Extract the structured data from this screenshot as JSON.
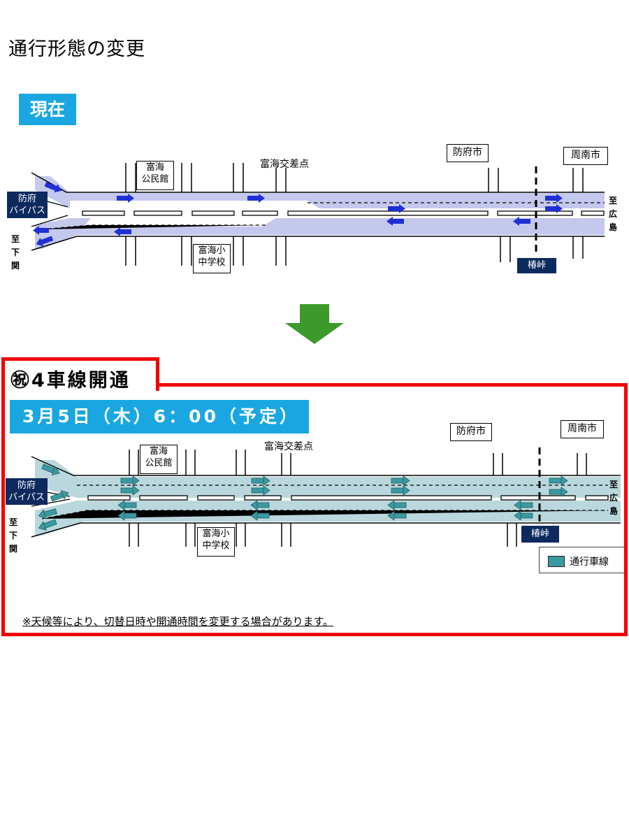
{
  "page": {
    "title": "通行形態の変更"
  },
  "before": {
    "badge": "現在",
    "labels": {
      "tomiumi_hall": [
        "富海",
        "公民館"
      ],
      "tomiumi_school": [
        "富海小",
        "中学校"
      ],
      "intersection": "富海交差点",
      "hofu_city": "防府市",
      "shunan_city": "周南市",
      "bypass": [
        "防府",
        "バイパス"
      ],
      "tsubaki_pass": "椿峠",
      "to_hiroshima": [
        "至",
        "広",
        "島"
      ],
      "to_shimonoseki": [
        "至",
        "下",
        "関"
      ]
    },
    "lane_color": "#c4c8ec",
    "arrow_color": "#1f2fd6"
  },
  "transition_arrow": {
    "color": "#3c9a2a"
  },
  "after": {
    "heading": "㊗4車線開通",
    "date_badge": "3月5日（木）6：00（予定）",
    "labels": {
      "tomiumi_hall": [
        "富海",
        "公民館"
      ],
      "tomiumi_school": [
        "富海小",
        "中学校"
      ],
      "intersection": "富海交差点",
      "hofu_city": "防府市",
      "shunan_city": "周南市",
      "bypass": [
        "防府",
        "バイパス"
      ],
      "tsubaki_pass": "椿峠",
      "to_hiroshima": [
        "至",
        "広",
        "島"
      ],
      "to_shimonoseki": [
        "至",
        "下",
        "関"
      ]
    },
    "legend": {
      "label": "通行車線",
      "color": "#3a9aa0"
    },
    "lane_color": "#b9d7dc",
    "arrow_color": "#3a9aa0",
    "footnote": "※天候等により、切替日時や開通時間を変更する場合があります。",
    "frame_color": "#f20000"
  }
}
